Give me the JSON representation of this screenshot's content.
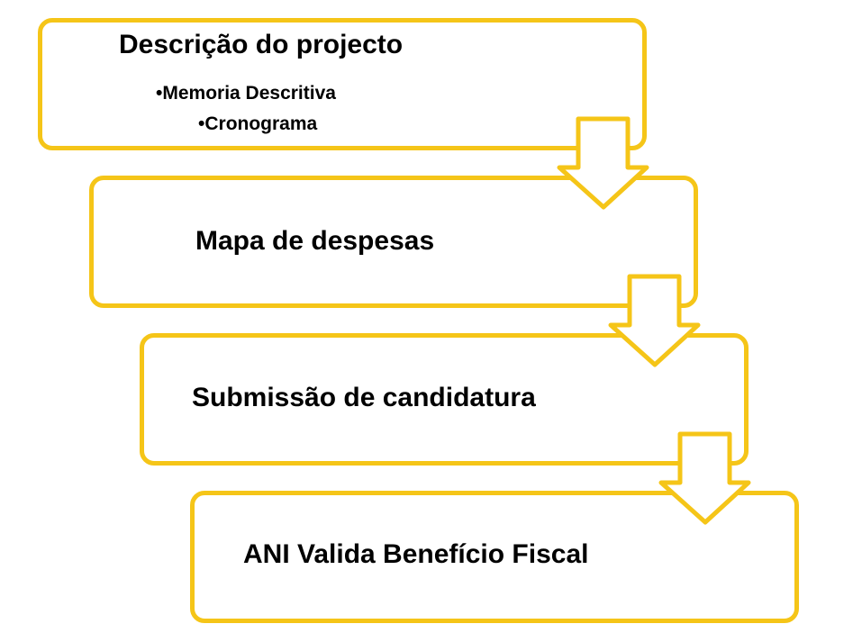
{
  "steps": [
    {
      "title": "Descrição do projecto",
      "items": [
        "•Memoria Descritiva",
        "•Cronograma"
      ]
    },
    {
      "title": "Mapa de despesas"
    },
    {
      "title": "Submissão de candidatura"
    },
    {
      "title": "ANI Valida Benefício Fiscal"
    }
  ],
  "colors": {
    "border": "#F5C518",
    "arrow_fill": "#ffffff",
    "text": "#000000"
  }
}
